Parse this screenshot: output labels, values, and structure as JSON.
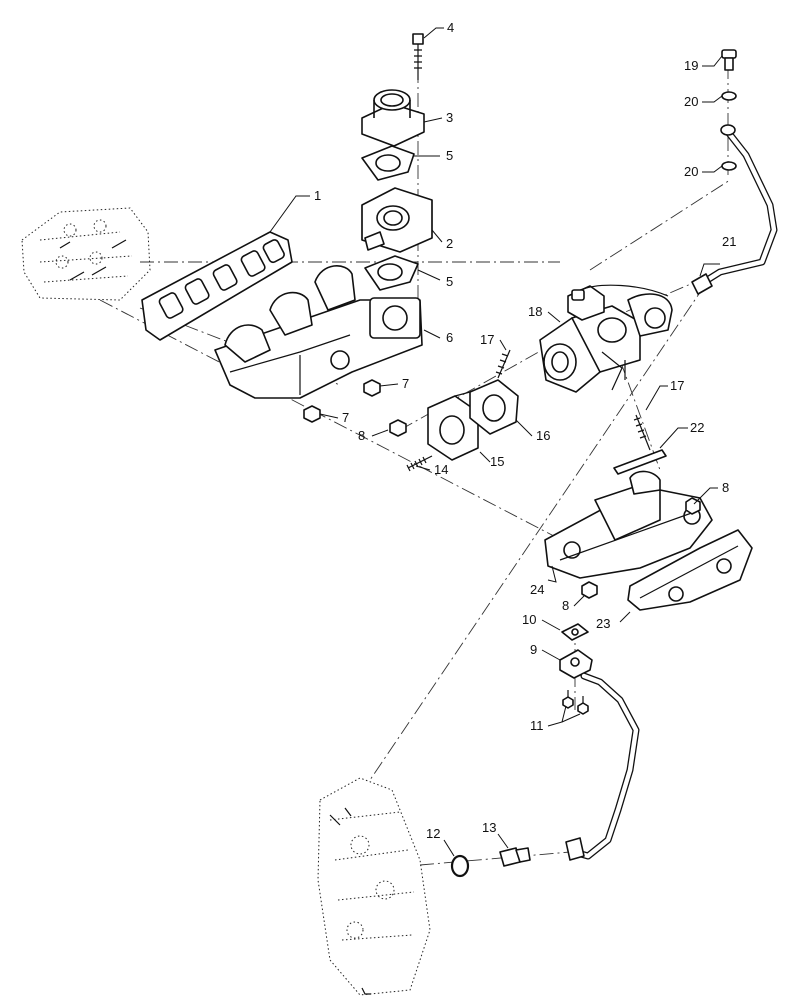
{
  "diagram": {
    "callouts": [
      {
        "id": "c1",
        "label": "1"
      },
      {
        "id": "c2",
        "label": "2"
      },
      {
        "id": "c3",
        "label": "3"
      },
      {
        "id": "c4",
        "label": "4"
      },
      {
        "id": "c5a",
        "label": "5"
      },
      {
        "id": "c5b",
        "label": "5"
      },
      {
        "id": "c6",
        "label": "6"
      },
      {
        "id": "c7a",
        "label": "7"
      },
      {
        "id": "c7b",
        "label": "7"
      },
      {
        "id": "c8a",
        "label": "8"
      },
      {
        "id": "c8b",
        "label": "8"
      },
      {
        "id": "c8c",
        "label": "8"
      },
      {
        "id": "c9",
        "label": "9"
      },
      {
        "id": "c10",
        "label": "10"
      },
      {
        "id": "c11",
        "label": "11"
      },
      {
        "id": "c12",
        "label": "12"
      },
      {
        "id": "c13",
        "label": "13"
      },
      {
        "id": "c14",
        "label": "14"
      },
      {
        "id": "c15",
        "label": "15"
      },
      {
        "id": "c16",
        "label": "16"
      },
      {
        "id": "c17a",
        "label": "17"
      },
      {
        "id": "c17b",
        "label": "17"
      },
      {
        "id": "c18",
        "label": "18"
      },
      {
        "id": "c19",
        "label": "19"
      },
      {
        "id": "c20a",
        "label": "20"
      },
      {
        "id": "c20b",
        "label": "20"
      },
      {
        "id": "c21",
        "label": "21"
      },
      {
        "id": "c22",
        "label": "22"
      },
      {
        "id": "c23",
        "label": "23"
      },
      {
        "id": "c24",
        "label": "24"
      }
    ]
  }
}
